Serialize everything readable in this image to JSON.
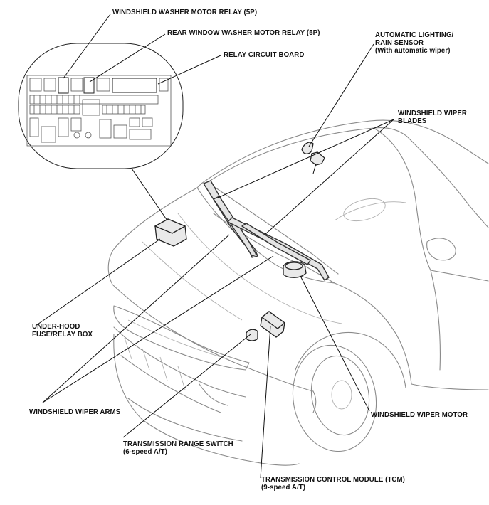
{
  "labels": {
    "washer_relay": "WINDSHIELD WASHER MOTOR RELAY (5P)",
    "rear_washer_relay": "REAR WINDOW WASHER MOTOR RELAY (5P)",
    "relay_board": "RELAY CIRCUIT BOARD",
    "rain_sensor": [
      "AUTOMATIC LIGHTING/",
      "RAIN SENSOR",
      "(With automatic wiper)"
    ],
    "wiper_blades": [
      "WINDSHIELD WIPER",
      "BLADES"
    ],
    "fuse_box": [
      "UNDER-HOOD",
      "FUSE/RELAY BOX"
    ],
    "wiper_arms": "WINDSHIELD WIPER ARMS",
    "wiper_motor": "WINDSHIELD WIPER MOTOR",
    "range_switch": [
      "TRANSMISSION RANGE SWITCH",
      "(6-speed A/T)"
    ],
    "tcm": [
      "TRANSMISSION CONTROL MODULE (TCM)",
      "(9-speed A/T)"
    ]
  }
}
